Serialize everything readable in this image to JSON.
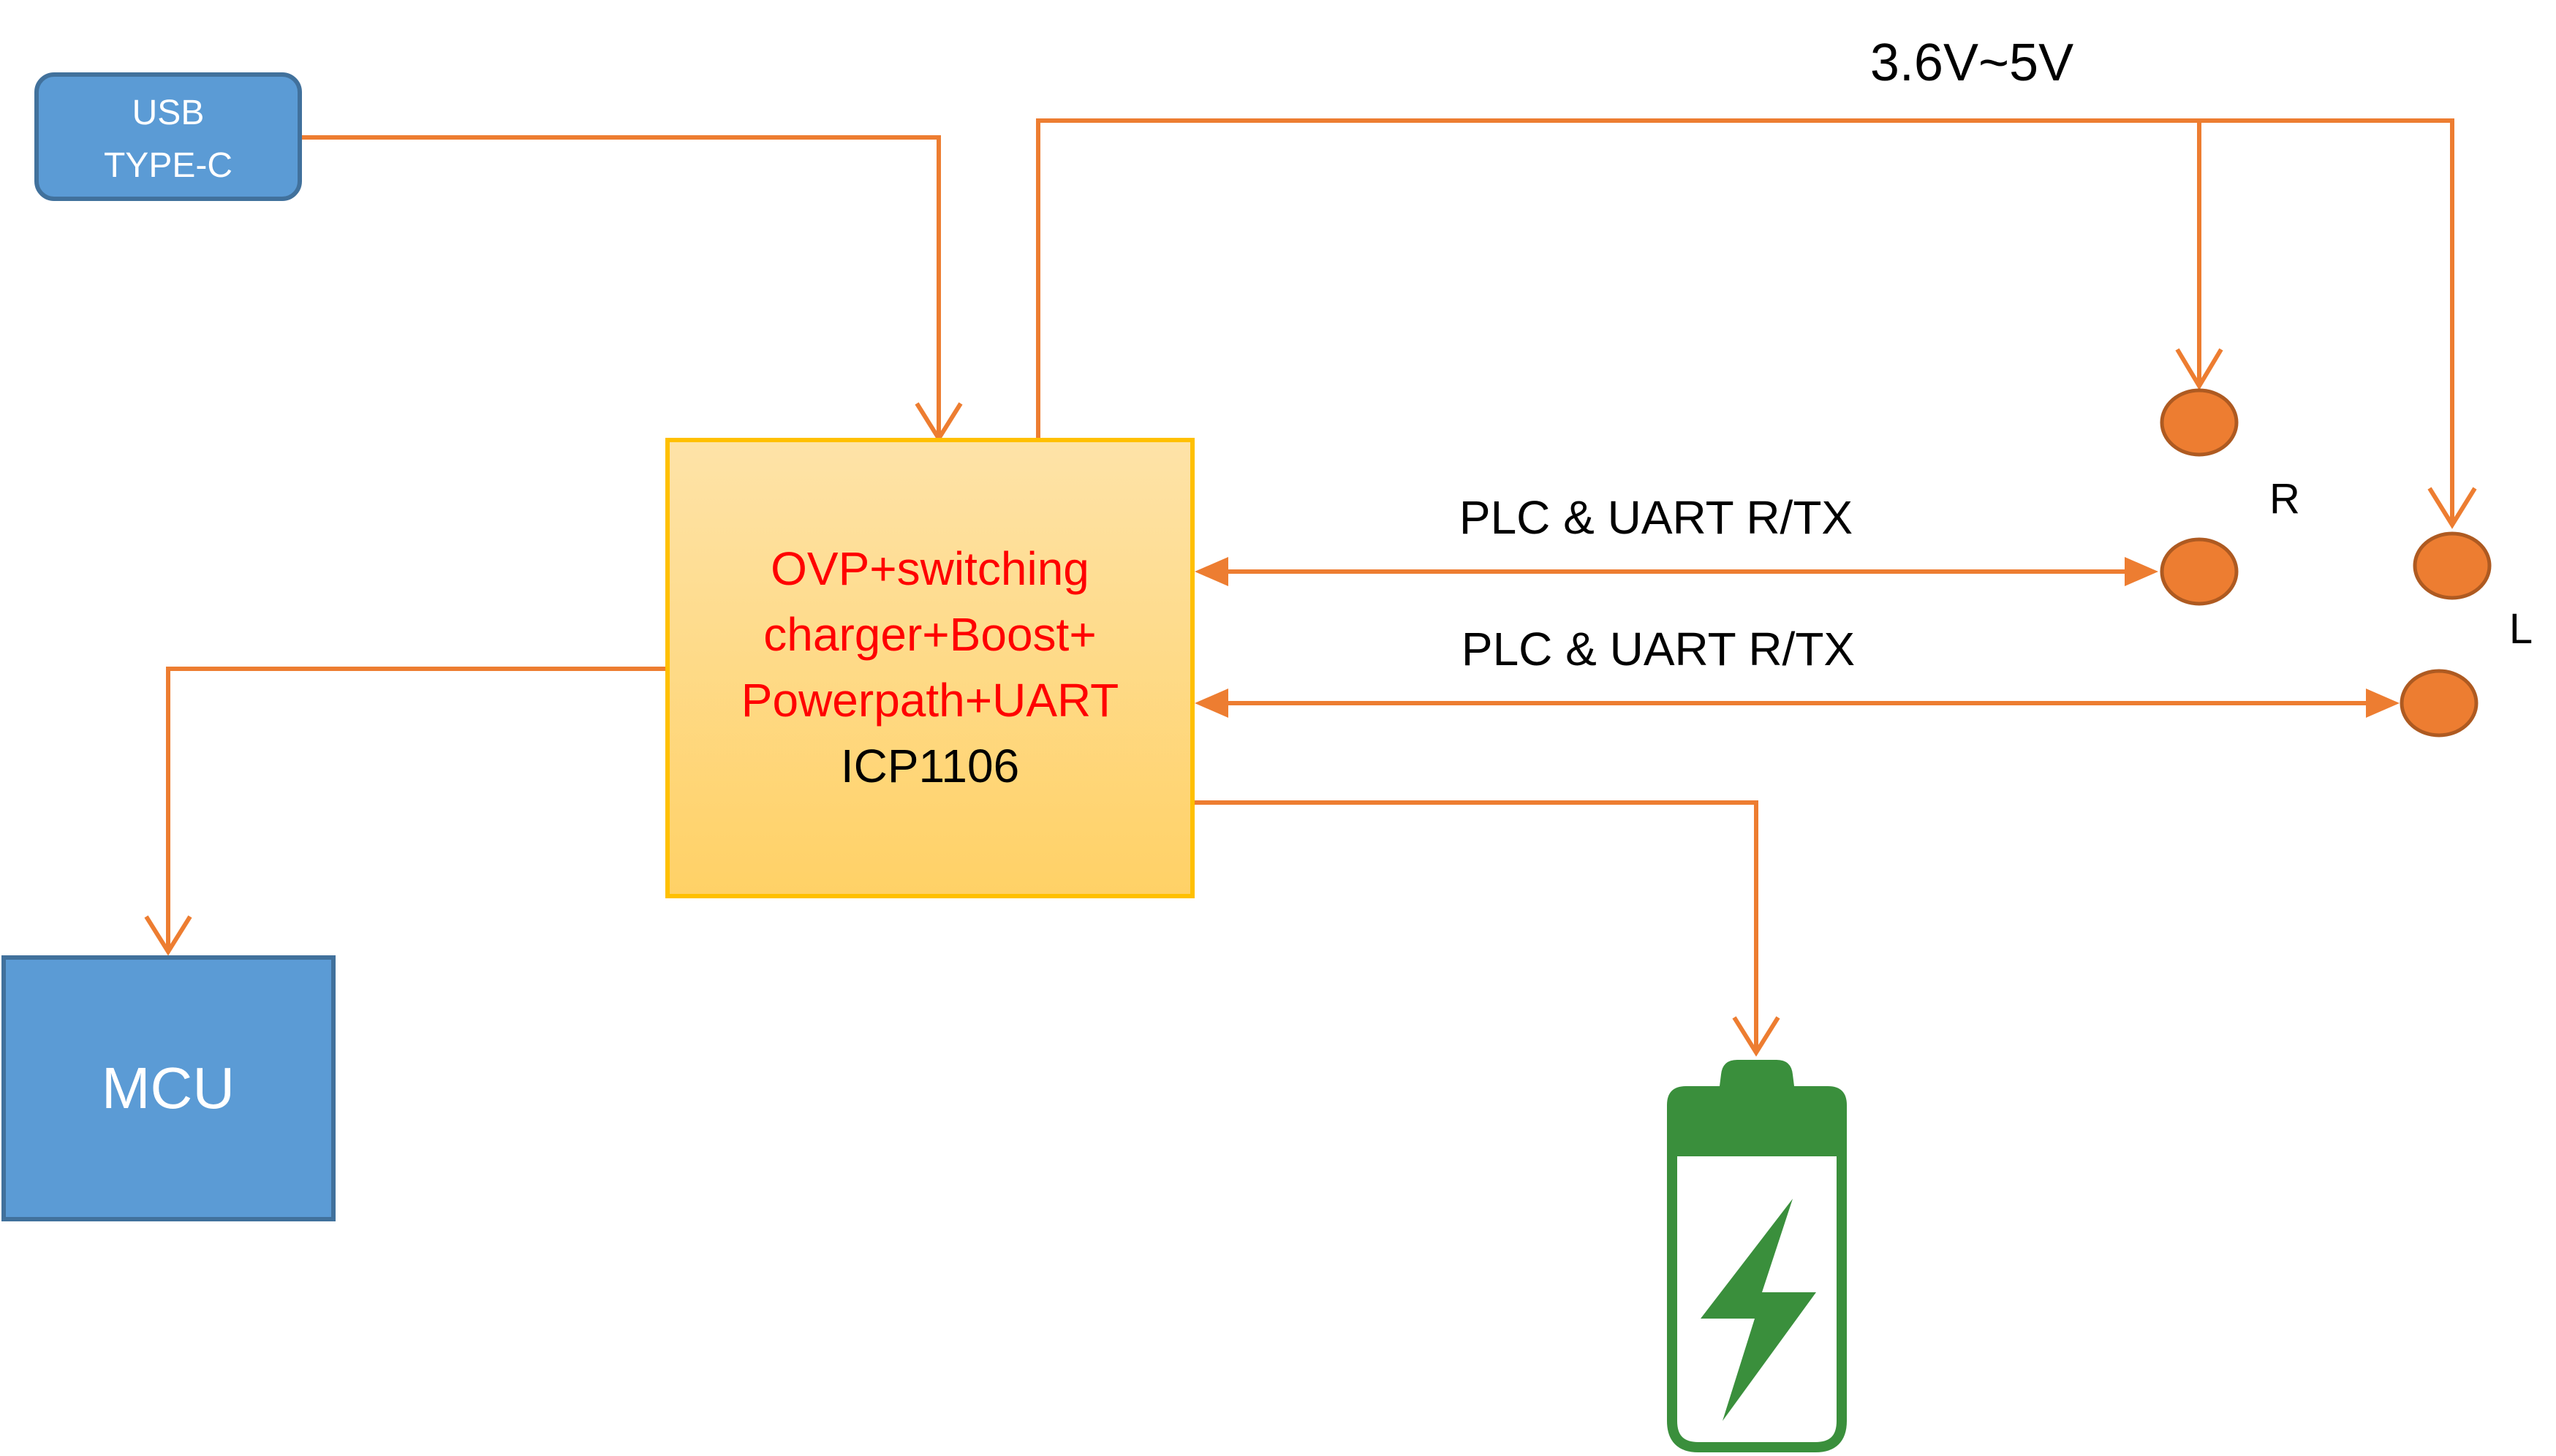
{
  "colors": {
    "wire": "#ED7D31",
    "blue_fill": "#5B9BD5",
    "blue_stroke": "#41719C",
    "ic_fill_top": "#FEE3A8",
    "ic_fill_bottom": "#FFD166",
    "ic_stroke": "#FFC000",
    "pad_fill": "#ED7D31",
    "pad_stroke": "#AE5A21",
    "battery": "#3A8F3C",
    "red_text": "#FF0000",
    "black_text": "#000000"
  },
  "usb": {
    "line1": "USB",
    "line2": "TYPE-C"
  },
  "ic": {
    "line1": "OVP+switching",
    "line2": "charger+Boost+",
    "line3": "Powerpath+UART",
    "part": "ICP1106"
  },
  "mcu": {
    "label": "MCU"
  },
  "voltage": {
    "label": "3.6V~5V"
  },
  "uart_r": {
    "label": "PLC  & UART R/TX"
  },
  "uart_l": {
    "label": "PLC  & UART R/TX"
  },
  "side_r": {
    "label": "R"
  },
  "side_l": {
    "label": "L"
  },
  "icons": {
    "battery": "battery-charging-icon",
    "bolt": "lightning-bolt-icon"
  }
}
